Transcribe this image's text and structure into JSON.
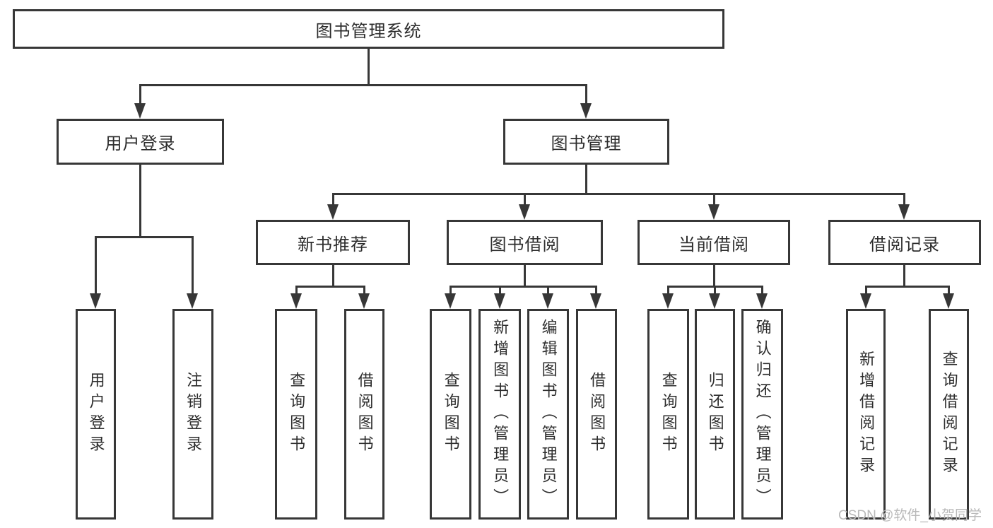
{
  "tree": {
    "root": {
      "label": "图书管理系统"
    },
    "branches": [
      {
        "label": "用户登录",
        "children": [
          {
            "label": "用户登录"
          },
          {
            "label": "注销登录"
          }
        ]
      },
      {
        "label": "图书管理",
        "children": [
          {
            "label": "新书推荐",
            "children": [
              {
                "label": "查询图书"
              },
              {
                "label": "借阅图书"
              }
            ]
          },
          {
            "label": "图书借阅",
            "children": [
              {
                "label": "查询图书"
              },
              {
                "label": "新增图书（管理员）"
              },
              {
                "label": "编辑图书（管理员）"
              },
              {
                "label": "借阅图书"
              }
            ]
          },
          {
            "label": "当前借阅",
            "children": [
              {
                "label": "查询图书"
              },
              {
                "label": "归还图书"
              },
              {
                "label": "确认归还（管理员）"
              }
            ]
          },
          {
            "label": "借阅记录",
            "children": [
              {
                "label": "新增借阅记录"
              },
              {
                "label": "查询借阅记录"
              }
            ]
          }
        ]
      }
    ]
  },
  "watermark": {
    "text": "CSDN @软件_小贺同学"
  },
  "colors": {
    "line": "#373737",
    "text": "#2d2d2d",
    "watermark": "#b9b9b9",
    "background": "#ffffff"
  }
}
